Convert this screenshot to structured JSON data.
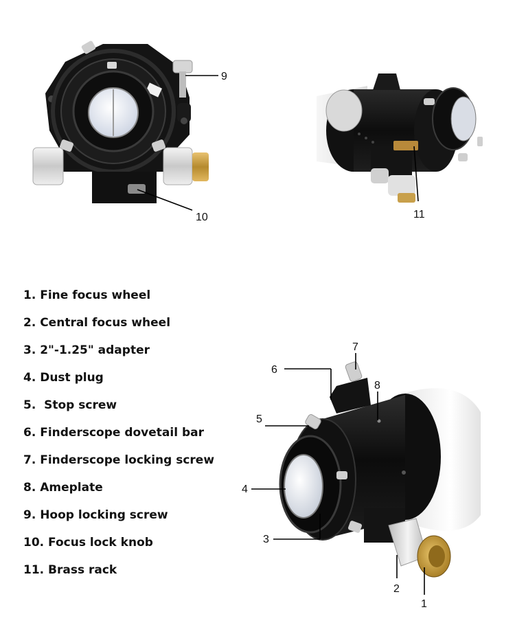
{
  "legend": [
    "1. Fine focus wheel",
    "2. Central focus wheel",
    "3. 2\"-1.25\" adapter",
    "4. Dust plug",
    "5.  Stop screw",
    "6. Finderscope dovetail bar",
    "7. Finderscope locking screw",
    "8. Ameplate",
    "9. Hoop locking screw",
    "10. Focus lock knob",
    "11. Brass rack"
  ],
  "callouts": {
    "n1": "1",
    "n2": "2",
    "n3": "3",
    "n4": "4",
    "n5": "5",
    "n6": "6",
    "n7": "7",
    "n8": "8",
    "n9": "9",
    "n10": "10",
    "n11": "11"
  }
}
